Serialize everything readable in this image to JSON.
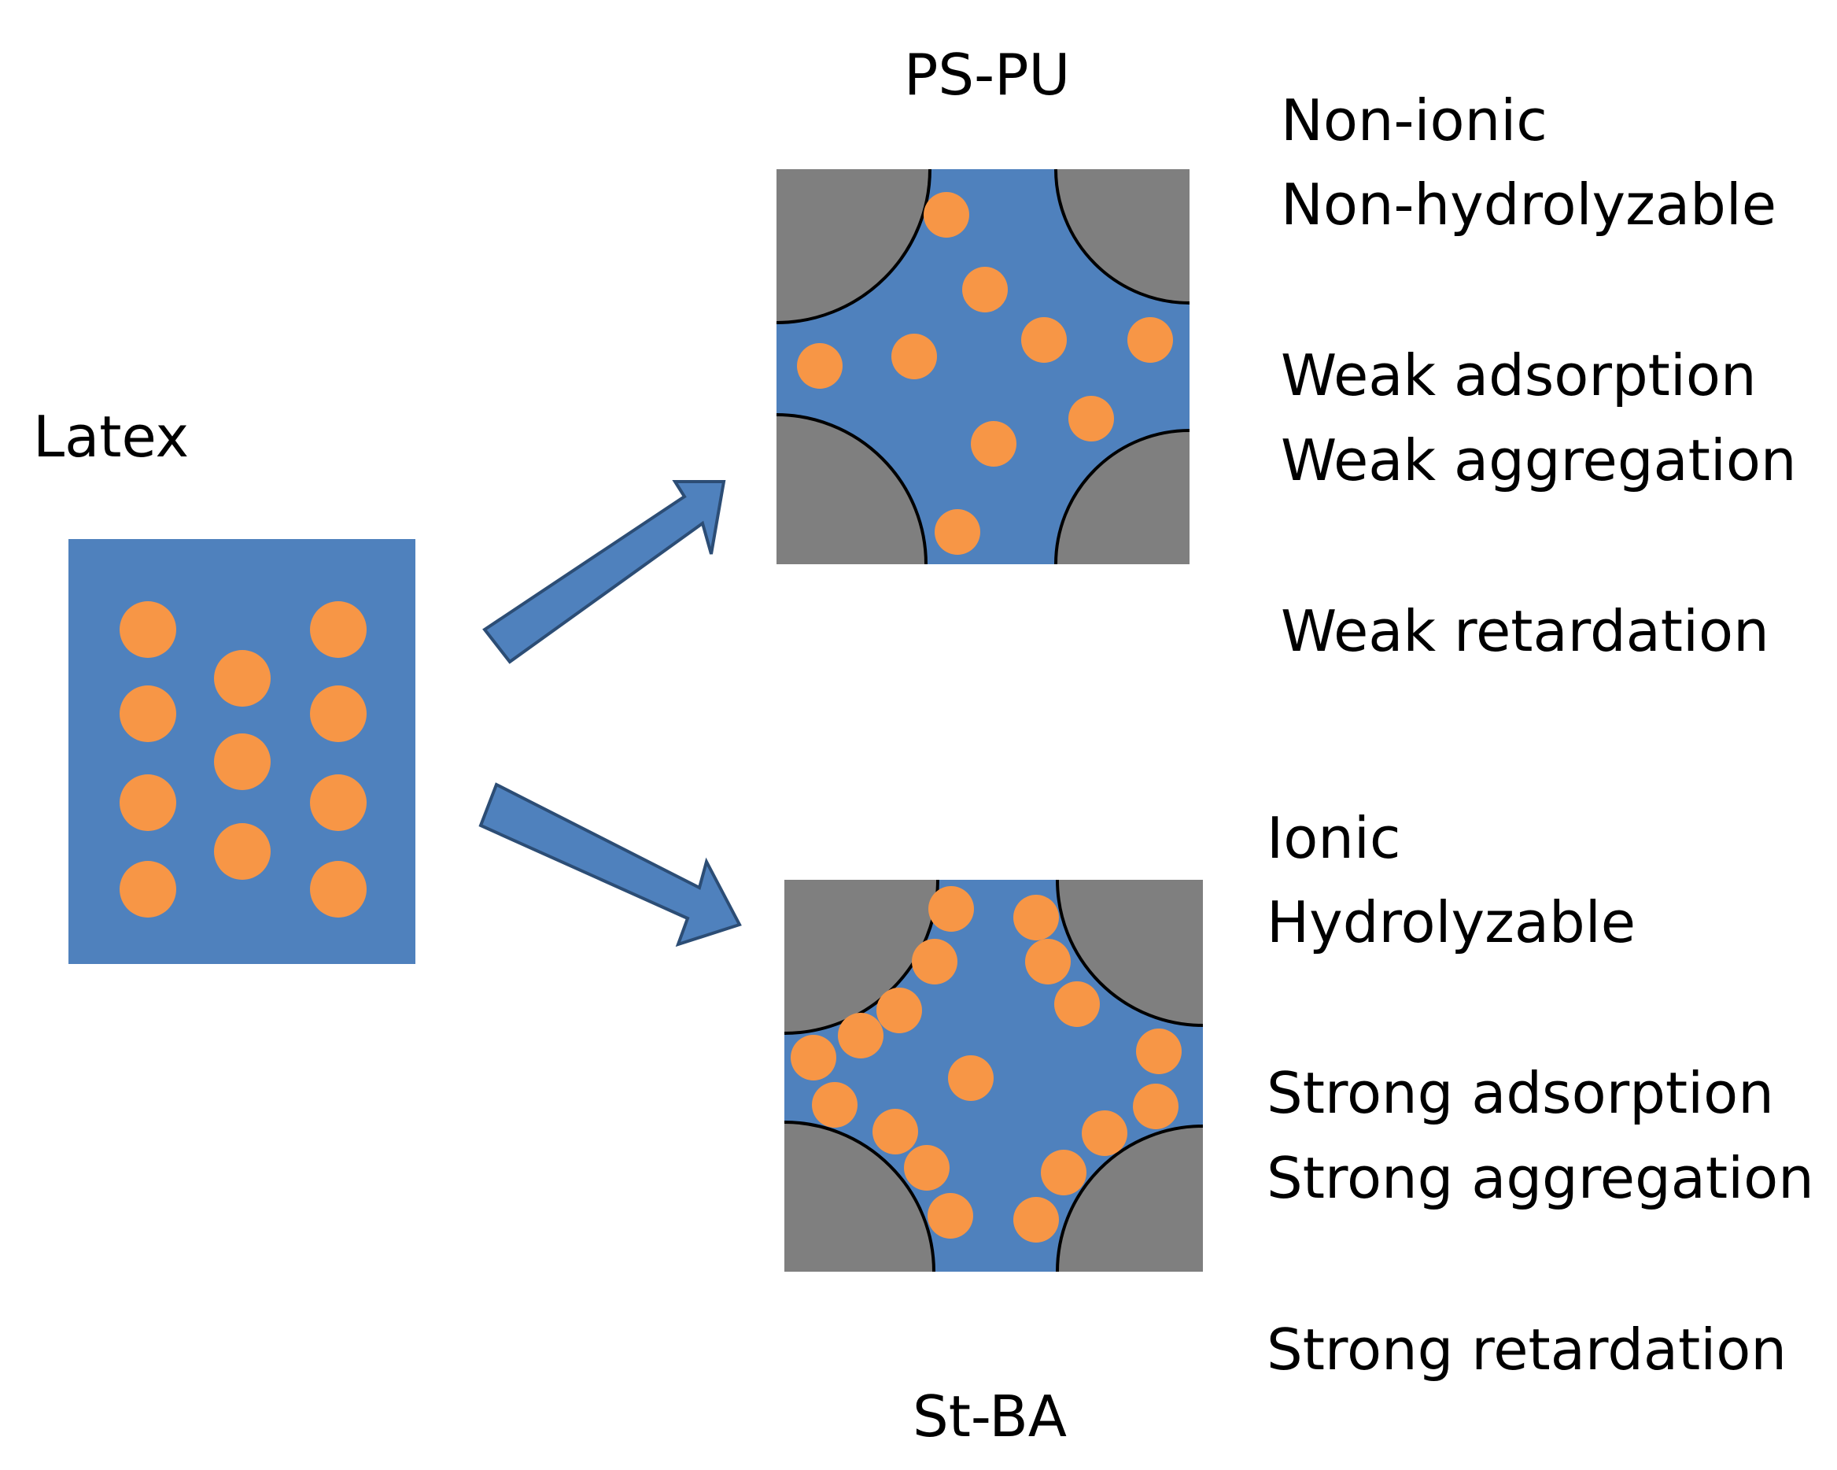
{
  "labels": {
    "latex": "Latex",
    "ps_pu": "PS-PU",
    "st_ba": "St-BA"
  },
  "ps_pu_properties": [
    "Non-ionic",
    "Non-hydrolyzable",
    "Weak adsorption",
    "Weak aggregation",
    "Weak retardation"
  ],
  "st_ba_properties": [
    "Ionic",
    "Hydrolyzable",
    "Strong adsorption",
    "Strong aggregation",
    "Strong retardation"
  ],
  "colors": {
    "matrix_blue": "#4f81bd",
    "particle_orange": "#f79646",
    "grain_gray": "#7f7f7f",
    "outline_dark": "#2c4d75",
    "text": "#000000"
  }
}
